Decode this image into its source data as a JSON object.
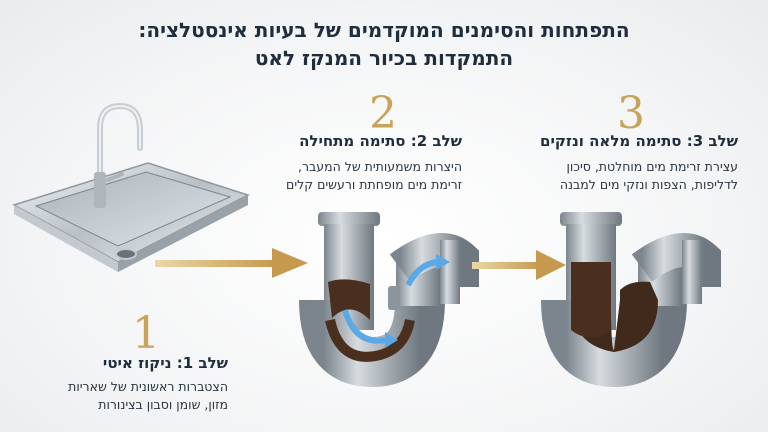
{
  "header": {
    "title_line1": "התפתחות והסימנים המוקדמים של בעיות אינסטלציה:",
    "title_line2": "התמקדות בכיור המנקז לאט"
  },
  "stages": [
    {
      "number": "1",
      "title": "שלב 1: ניקוז איטי",
      "desc_line1": "הצטברות ראשונית של שאריות",
      "desc_line2": "מזון, שומן וסבון בצינורות"
    },
    {
      "number": "2",
      "title": "שלב 2: סתימה מתחילה",
      "desc_line1": "היצרות משמעותית של המעבר,",
      "desc_line2": "זרימת מים מופחתת ורעשים קלים"
    },
    {
      "number": "3",
      "title": "שלב 3: סתימה מלאה ונזקים",
      "desc_line1": "עצירת זרימת מים מוחלטת, סיכון",
      "desc_line2": "לדליפות, הצפות ונזקי מים למבנה"
    }
  ],
  "colors": {
    "gold": "#c9a35a",
    "clog": "#4a2f1f",
    "water": "#5aa9e6",
    "pipe": "#9aa3ab"
  }
}
